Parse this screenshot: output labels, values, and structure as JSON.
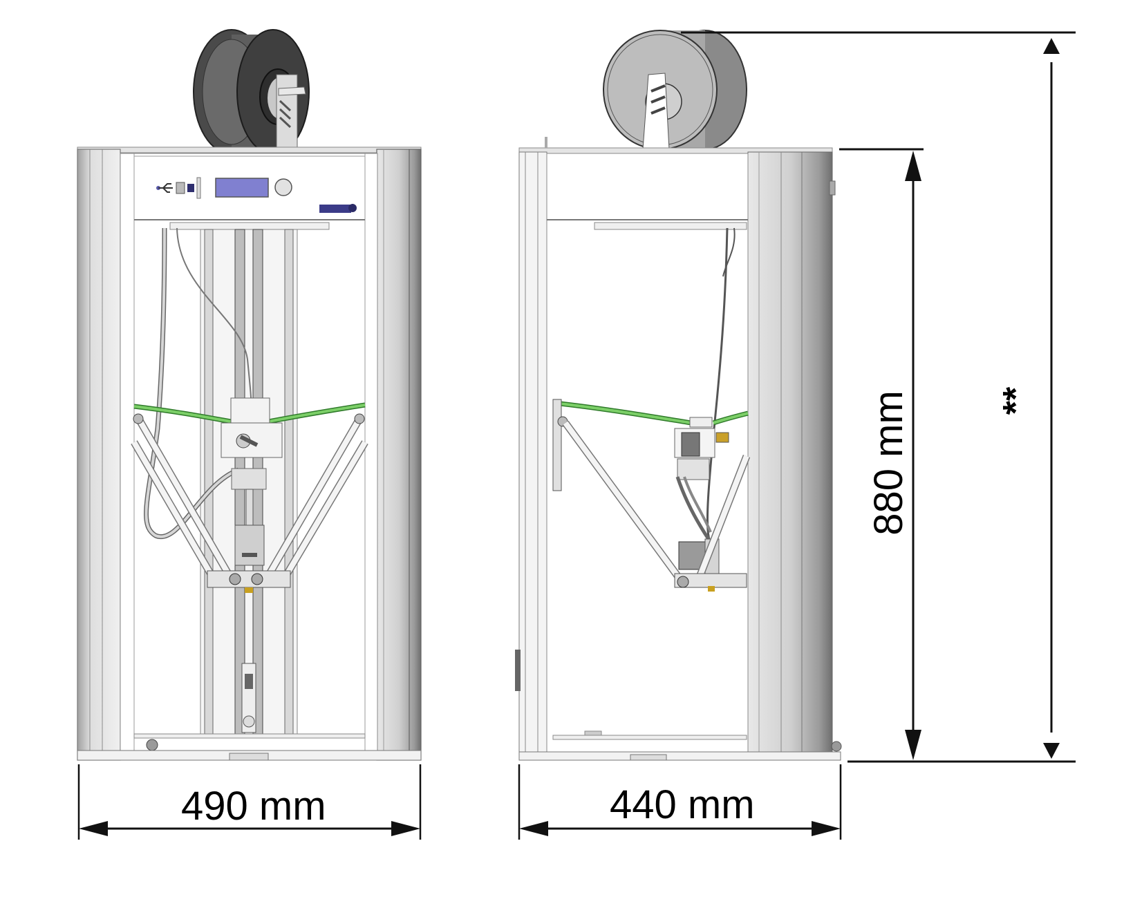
{
  "diagram": {
    "type": "technical-dimension-drawing",
    "subject": "delta 3D printer",
    "views": [
      {
        "id": "front-view",
        "label": "front view"
      },
      {
        "id": "side-view",
        "label": "side view"
      }
    ],
    "dimensions": {
      "front_width": {
        "value": 490,
        "unit": "mm",
        "label": "490 mm"
      },
      "side_depth": {
        "value": 440,
        "unit": "mm",
        "label": "440 mm"
      },
      "frame_height": {
        "value": 880,
        "unit": "mm",
        "label": "880 mm"
      },
      "total_height_with_spool": {
        "label": "**"
      }
    },
    "panel": {
      "icons": [
        "usb-icon",
        "sd-card-icon",
        "power-socket-icon",
        "lcd-display",
        "control-knob"
      ],
      "display_color": "#8080d0",
      "logo": "brand-logo"
    },
    "colors": {
      "frame": "#c8c8c8",
      "frame_dark": "#8c8c8c",
      "filament_tube": "#6cbf5a",
      "spool_front": "#505050",
      "spool_side": "#bdbdbd",
      "dimension_line": "#111111"
    }
  }
}
